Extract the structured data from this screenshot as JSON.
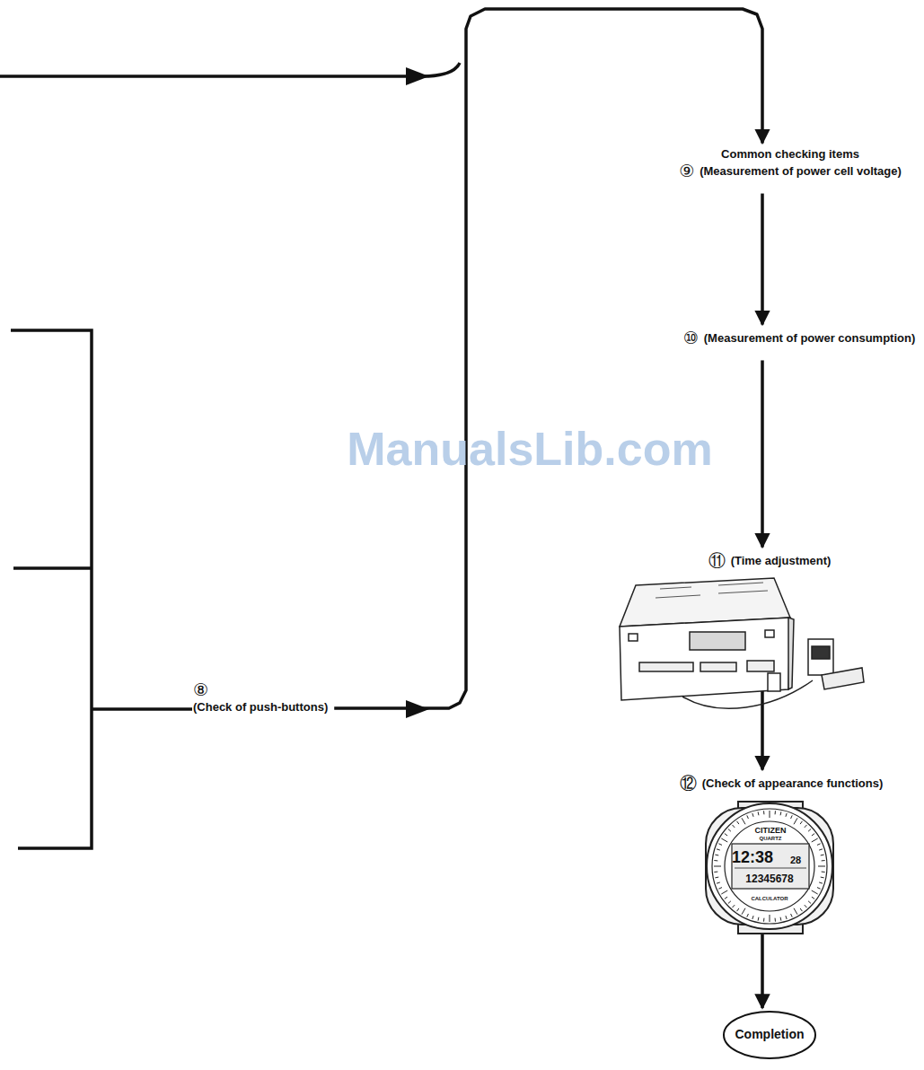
{
  "diagram": {
    "nodes": [
      {
        "text": [
          "Common checking items",
          "⑨",
          "(Measurement of power cell voltage)"
        ]
      },
      {
        "text": [
          "⑩",
          "(Measurement of power consumption)"
        ]
      },
      {
        "text": [
          "⑪",
          "(Time adjustment)"
        ]
      },
      {
        "text": [
          "⑫",
          "(Check of appearance functions)"
        ]
      },
      {
        "text": [
          "Completion"
        ]
      },
      {
        "text": [
          "⑧",
          "(Check of push-buttons)"
        ]
      }
    ],
    "edges": [
      {
        "from": 5,
        "to": 0,
        "arrow": "to"
      },
      {
        "from": 0,
        "to": 1,
        "arrow": "to"
      },
      {
        "from": 1,
        "to": 2,
        "arrow": "to"
      },
      {
        "from": 2,
        "to": 3,
        "arrow": "to"
      },
      {
        "from": 3,
        "to": 4,
        "arrow": "to"
      }
    ],
    "labels": [
      "ManualsLib.com",
      "CITIZEN",
      "QUARTZ",
      "12:38",
      "28",
      "12345678",
      "CALCULATOR"
    ]
  }
}
